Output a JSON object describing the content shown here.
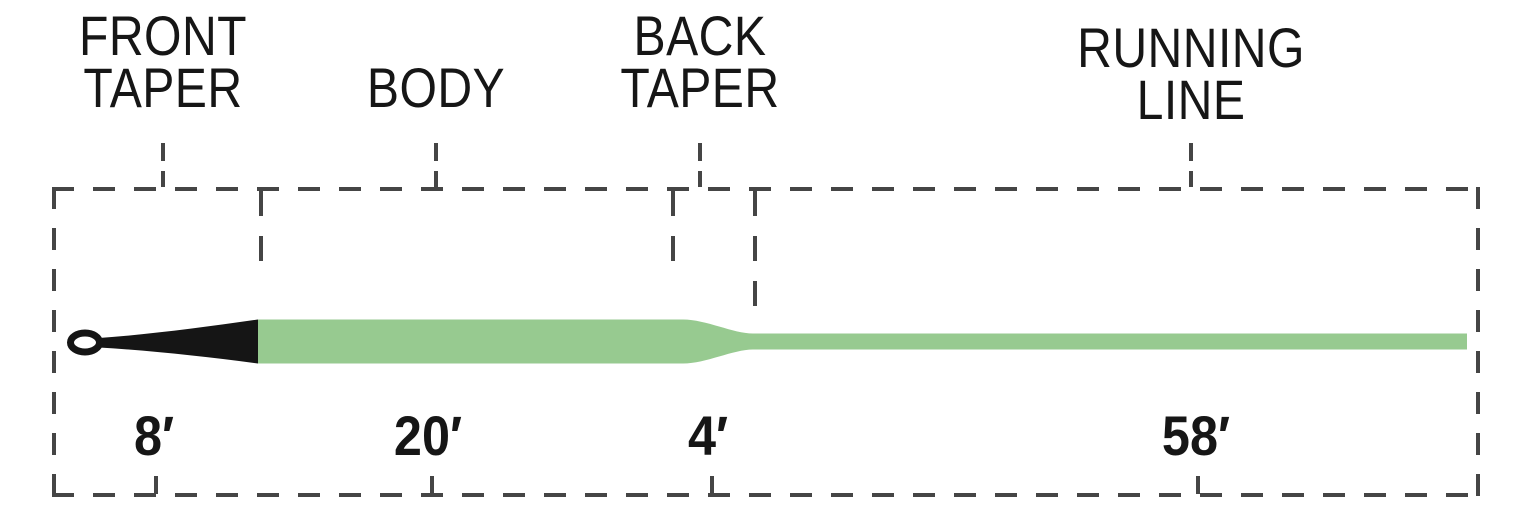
{
  "diagram": {
    "sections": [
      {
        "label_lines": [
          "FRONT",
          "TAPER"
        ],
        "length": "8′"
      },
      {
        "label_lines": [
          "BODY"
        ],
        "length": "20′"
      },
      {
        "label_lines": [
          "BACK",
          "TAPER"
        ],
        "length": "4′"
      },
      {
        "label_lines": [
          "RUNNING",
          "LINE"
        ],
        "length": "58′"
      }
    ],
    "colors": {
      "line_body_green": "#97ca90",
      "front_taper_black": "#151515",
      "loop_fill": "#ffffff",
      "dash_gray": "#454545",
      "text": "#161616",
      "background": "#ffffff"
    }
  }
}
